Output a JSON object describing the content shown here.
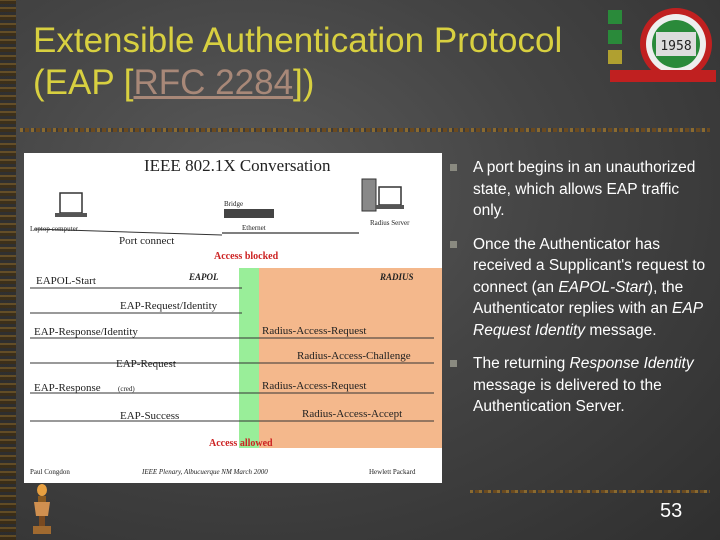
{
  "title": {
    "line1": "Extensible Authentication Protocol",
    "line2_prefix": "(EAP [",
    "line2_link": "RFC 2284",
    "line2_suffix": "])"
  },
  "logo": {
    "year": "1958"
  },
  "diagram": {
    "heading": "IEEE 802.1X Conversation",
    "laptop_label": "Laptop computer",
    "bridge_label": "Bridge",
    "ethernet_label": "Ethernet",
    "radius_server_label": "Radius Server",
    "port_connect": "Port connect",
    "access_blocked": "Access blocked",
    "eapol_label": "EAPOL",
    "radius_label": "RADIUS",
    "messages": {
      "eapol_start": "EAPOL-Start",
      "eap_request_identity": "EAP-Request/Identity",
      "eap_response_identity": "EAP-Response/Identity",
      "radius_access_request_1": "Radius-Access-Request",
      "radius_access_challenge": "Radius-Access-Challenge",
      "eap_request": "EAP-Request",
      "eap_response": "EAP-Response",
      "eap_response_note": "(cred)",
      "radius_access_request_2": "Radius-Access-Request",
      "radius_access_accept": "Radius-Access-Accept",
      "eap_success": "EAP-Success"
    },
    "access_allowed": "Access allowed",
    "footer_author": "Paul Congdon",
    "footer_event": "IEEE Plenary, Albucuerque NM March 2000",
    "footer_company": "Hewlett Packard"
  },
  "bullets": {
    "b1": "A port begins in an unauthorized state, which allows EAP traffic only.",
    "b2_pre": "Once the Authenticator has received a Supplicant's request to connect (an ",
    "b2_em1": "EAPOL-Start",
    "b2_mid": "), the Authenticator replies with an ",
    "b2_em2": "EAP Request Identity",
    "b2_post": " message.",
    "b3_pre": " The returning ",
    "b3_em": "Response Identity",
    "b3_post": " message is delivered to the Authentication Server."
  },
  "page_number": "53",
  "colors": {
    "title": "#d8d040",
    "link": "#a88878",
    "eapol_zone": "#ffffff",
    "green_zone": "#99ee99",
    "radius_zone": "#f4b88c",
    "red_text": "#cc2222"
  }
}
